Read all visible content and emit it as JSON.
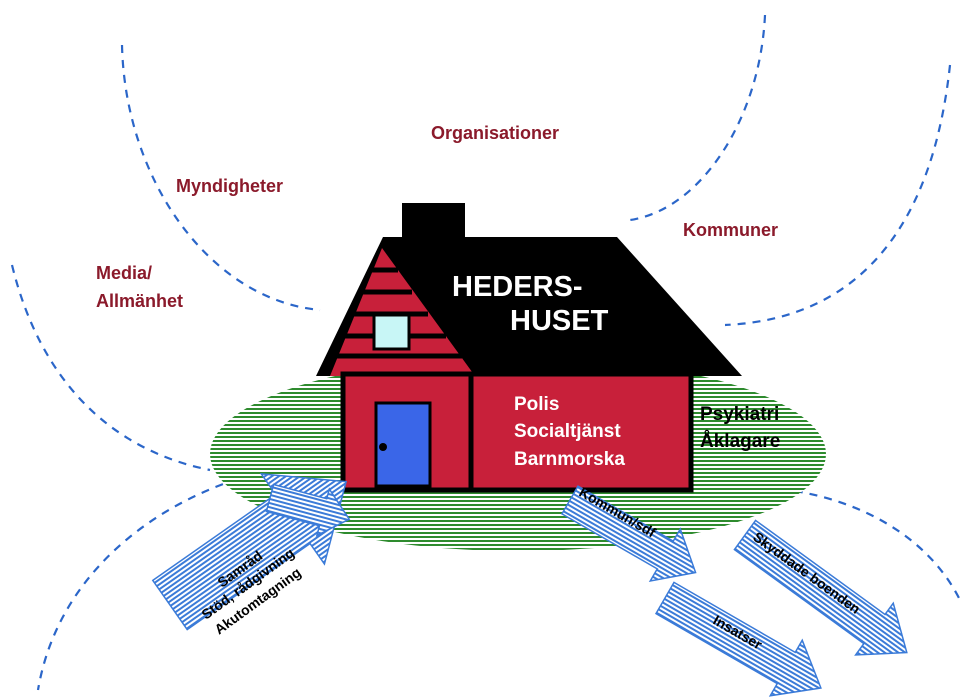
{
  "outer_labels": {
    "organisationer": "Organisationer",
    "myndigheter": "Myndigheter",
    "kommuner": "Kommuner",
    "media_line1": "Media/",
    "media_line2": "Allmänhet"
  },
  "house": {
    "title_line1": "HEDERS-",
    "title_line2": "HUSET",
    "inner_line1": "Polis",
    "inner_line2": "Socialtjänst",
    "inner_line3": "Barnmorska",
    "side_line1": "Psykiatri",
    "side_line2": "Åklagare"
  },
  "arrows": {
    "left_line1": "Samråd",
    "left_line2": "Stöd, rådgivning",
    "left_line3": "Akutomtagning",
    "kommun": "Kommun/sdf",
    "insatser": "Insatser",
    "skyddade": "Skyddade boenden"
  },
  "colors": {
    "house_red": "#c8203a",
    "roof_black": "#000000",
    "ground_green": "#2e8b2e",
    "door_blue": "#3a66e8",
    "window_cyan": "#c8f6f6",
    "arrow_blue": "#3b7bd8",
    "label_maroon": "#8b1a2b",
    "dash_blue": "#2b66c9"
  }
}
